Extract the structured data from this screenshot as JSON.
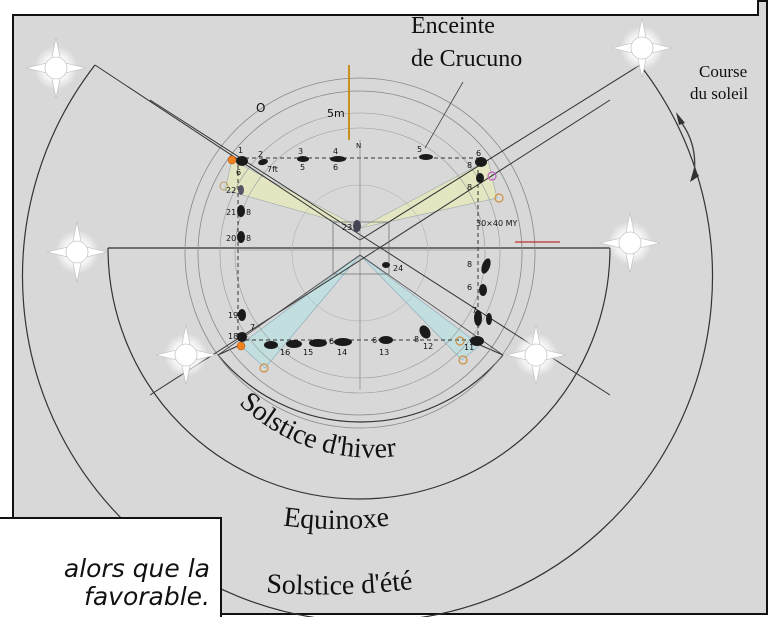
{
  "caption": {
    "line1": "alors que la",
    "line2": "favorable."
  },
  "labels": {
    "enceinte_line1": "Enceinte",
    "enceinte_line2": "de Crucuno",
    "course_line1": "Course",
    "course_line2": "du soleil",
    "solstice_hiver": "Solstice d'hiver",
    "equinoxe": "Equinoxe",
    "solstice_ete": "Solstice d'été"
  },
  "plan": {
    "compass_o": "O",
    "scale": "5m",
    "north": "N",
    "dims": "30×40 MY",
    "stones": [
      {
        "id": "s1",
        "label": "1"
      },
      {
        "id": "s2",
        "label": "2"
      },
      {
        "id": "s2b",
        "label": "7ft"
      },
      {
        "id": "s3",
        "label": "3"
      },
      {
        "id": "s3b",
        "label": "5"
      },
      {
        "id": "s4",
        "label": "4"
      },
      {
        "id": "s4b",
        "label": "6"
      },
      {
        "id": "s5",
        "label": "5"
      },
      {
        "id": "s6",
        "label": "6"
      },
      {
        "id": "s6b",
        "label": "8"
      },
      {
        "id": "s7",
        "label": "7"
      },
      {
        "id": "s8",
        "label": "8"
      },
      {
        "id": "s8b",
        "label": "6"
      },
      {
        "id": "s8c",
        "label": "8"
      },
      {
        "id": "s11",
        "label": "11"
      },
      {
        "id": "s12",
        "label": "12"
      },
      {
        "id": "s12b",
        "label": "8"
      },
      {
        "id": "s13",
        "label": "13"
      },
      {
        "id": "s13b",
        "label": "6"
      },
      {
        "id": "s14",
        "label": "14"
      },
      {
        "id": "s14b",
        "label": "6"
      },
      {
        "id": "s15",
        "label": "15"
      },
      {
        "id": "s16",
        "label": "16"
      },
      {
        "id": "s18",
        "label": "18"
      },
      {
        "id": "s19",
        "label": "19"
      },
      {
        "id": "s20",
        "label": "20"
      },
      {
        "id": "s20b",
        "label": "8"
      },
      {
        "id": "s21",
        "label": "21"
      },
      {
        "id": "s21b",
        "label": "8"
      },
      {
        "id": "s22",
        "label": "22"
      },
      {
        "id": "s23",
        "label": "23"
      },
      {
        "id": "s24",
        "label": "24"
      },
      {
        "id": "s6l",
        "label": "6"
      },
      {
        "id": "s7l",
        "label": "7"
      }
    ]
  },
  "icons": {
    "sun": "sun-star-icon",
    "arrow": "curved-arrow-icon"
  },
  "colors": {
    "background": "#d8d8d8",
    "winter_wedge": "#c2dede",
    "summer_wedge": "#e4e6c2",
    "scale_bar": "#c89020",
    "marker_orange": "#f08020",
    "marker_red": "#c03030"
  }
}
